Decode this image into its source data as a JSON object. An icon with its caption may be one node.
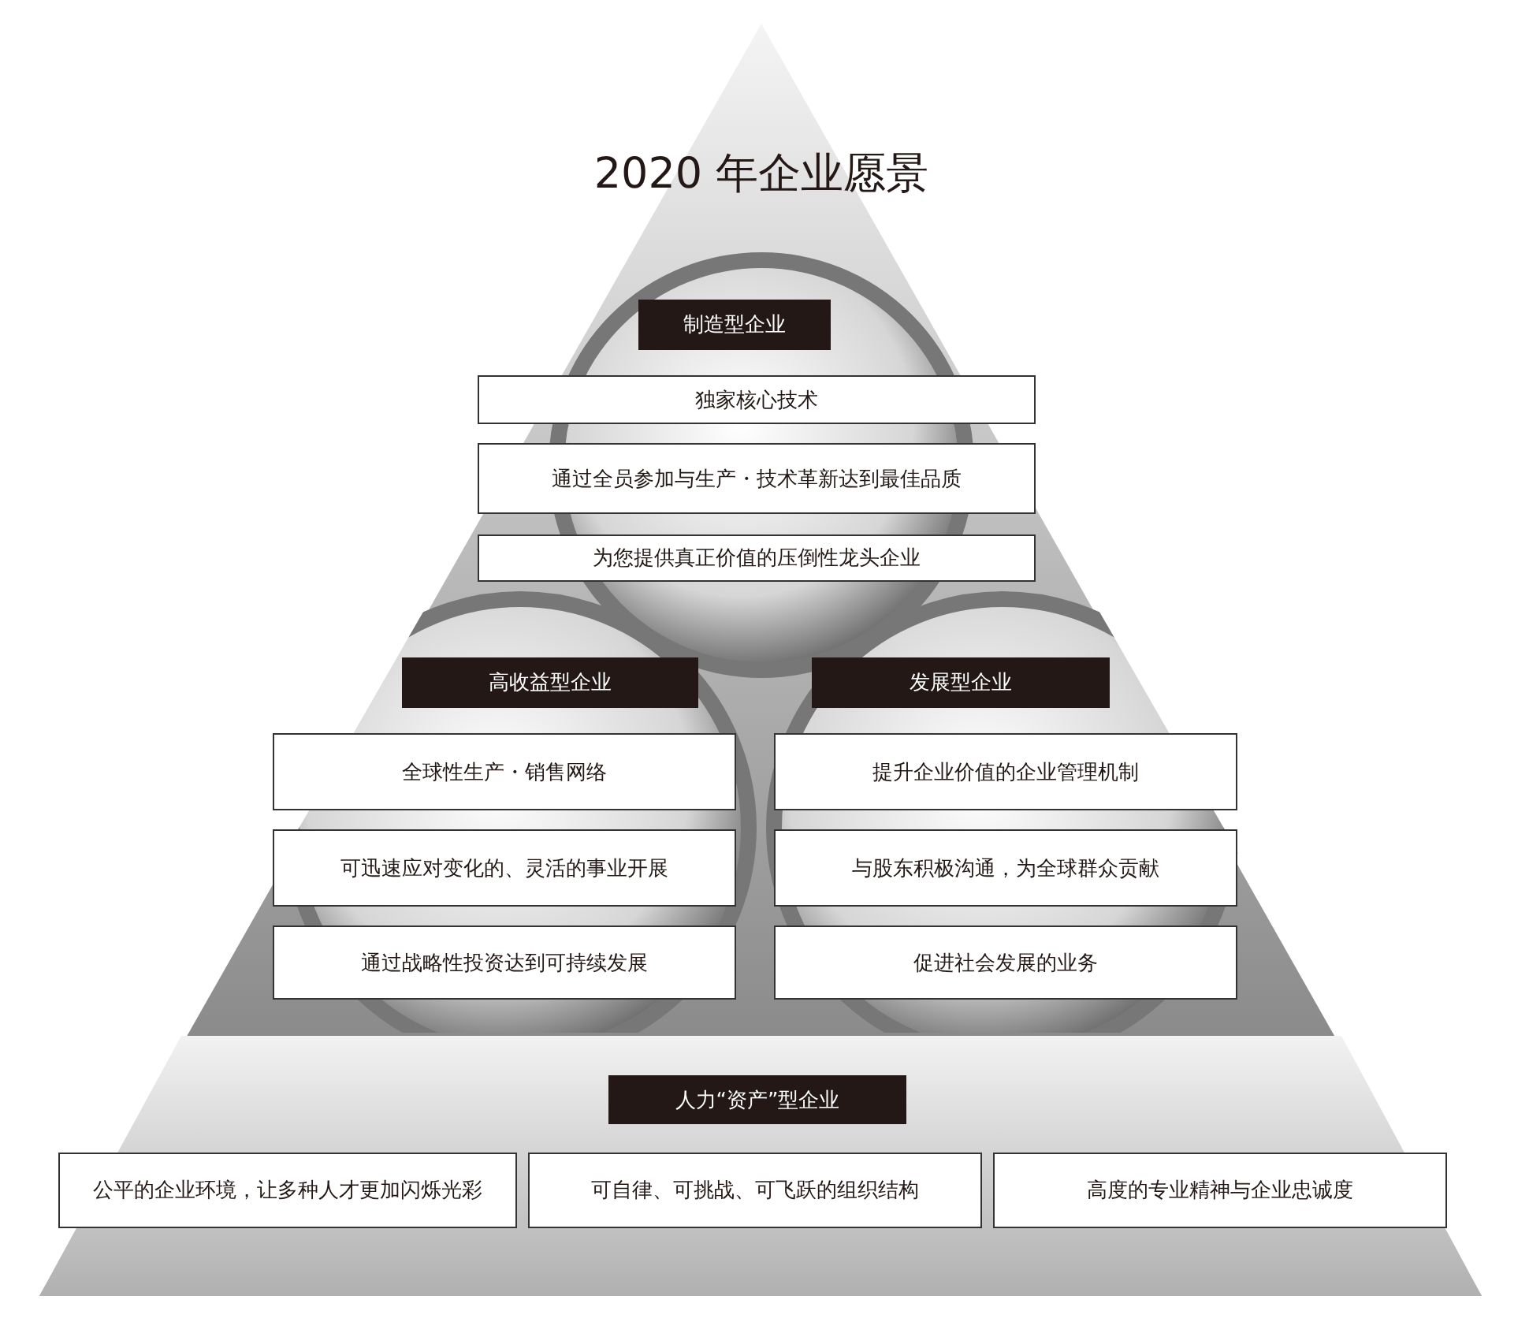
{
  "diagram": {
    "title": "2020 年企业愿景",
    "nodes": [
      {
        "text": [
          "制造型企业"
        ]
      },
      {
        "text": [
          "独家核心技术"
        ]
      },
      {
        "text": [
          "通过全员参加与生产・技术革新达到最佳品质"
        ]
      },
      {
        "text": [
          "为您提供真正价值的压倒性龙头企业"
        ]
      },
      {
        "text": [
          "高收益型企业"
        ]
      },
      {
        "text": [
          "发展型企业"
        ]
      },
      {
        "text": [
          "全球性生产・销售网络"
        ]
      },
      {
        "text": [
          "提升企业价值的企业管理机制"
        ]
      },
      {
        "text": [
          "可迅速应对变化的、灵活的事业开展"
        ]
      },
      {
        "text": [
          "与股东积极沟通，为全球群众贡献"
        ]
      },
      {
        "text": [
          "通过战略性投资达到可持续发展"
        ]
      },
      {
        "text": [
          "促进社会发展的业务"
        ]
      },
      {
        "text": [
          "人力“资产”型企业"
        ]
      },
      {
        "text": [
          "公平的企业环境，让多种人才更加闪烁光彩"
        ]
      },
      {
        "text": [
          "可自律、可挑战、可飞跃的组织结构"
        ]
      },
      {
        "text": [
          "高度的专业精神与企业忠诚度"
        ]
      }
    ],
    "edges": []
  }
}
